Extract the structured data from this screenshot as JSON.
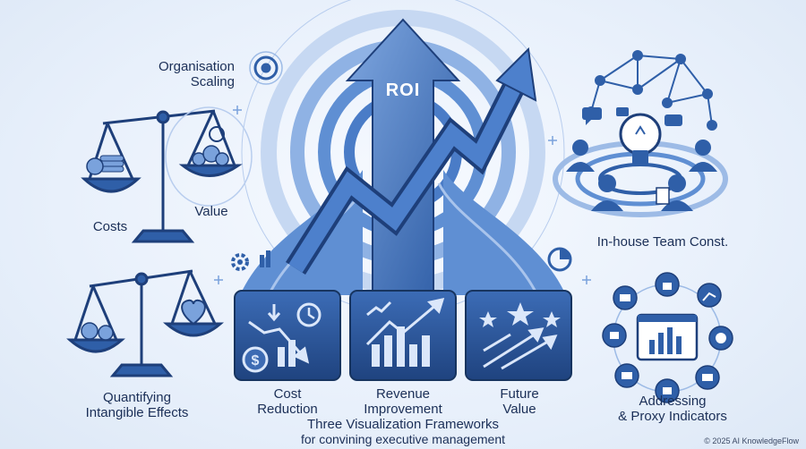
{
  "center": {
    "arrow_label": "ROI"
  },
  "labels": {
    "organisation_scaling": [
      "Organisation",
      "Scaling"
    ],
    "costs": "Costs",
    "value": "Value",
    "quantifying": [
      "Quantifying",
      "Intangible Effects"
    ],
    "in_house": "In-house Team Const.",
    "addressing": [
      "Addressing",
      "& Proxy Indicators"
    ]
  },
  "frameworks": [
    {
      "line1": "Cost",
      "line2": "Reduction"
    },
    {
      "line1": "Revenue",
      "line2": "Improvement"
    },
    {
      "line1": "Future",
      "line2": "Value"
    }
  ],
  "footer": {
    "title": "Three Visualization Frameworks",
    "subtitle": "for convining executive management"
  },
  "copyright": "© 2025 AI KnowledgeFlow",
  "colors": {
    "primary": "#2f5fa8",
    "dark": "#1e3f7a",
    "light": "#7aa2dc",
    "pale": "#c9dbf3"
  },
  "icons": [
    "target-icon",
    "balance-scale-icon",
    "coin-stack-icon",
    "dollar-coin-icon",
    "heart-icon",
    "yen-coin-icon",
    "lightbulb-icon",
    "network-icon",
    "chat-bubble-icon",
    "team-people-icon",
    "gear-icon",
    "pie-chart-icon",
    "bar-chart-icon",
    "down-trend-icon",
    "clock-icon",
    "up-trend-icon",
    "stars-icon",
    "lock-icon",
    "database-icon",
    "dashboard-icon"
  ]
}
